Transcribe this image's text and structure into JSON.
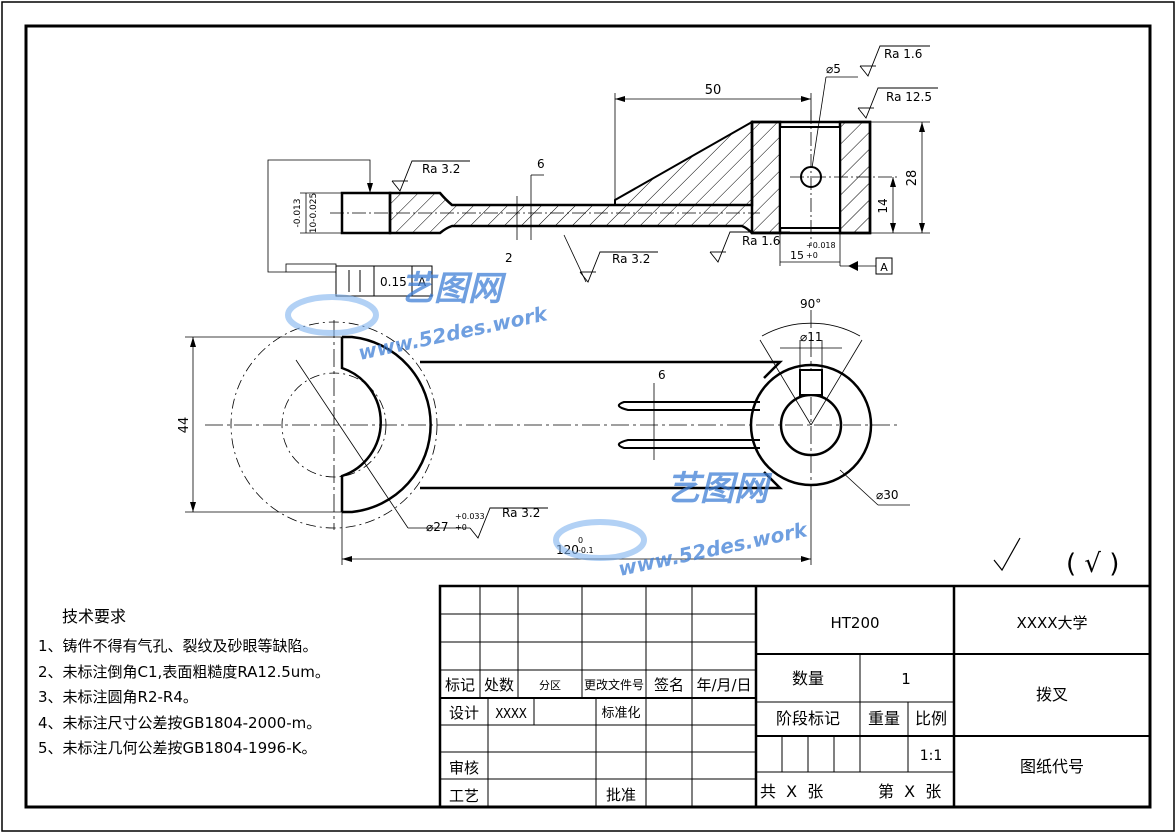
{
  "drawing": {
    "dimensions": {
      "d50": "50",
      "d6_top": "6",
      "d28": "28",
      "d14": "14",
      "tol_top_upper": "-0.013",
      "tol_top_lower": "10-0.025",
      "d15": "15",
      "d15_tol_upper": "+0.018",
      "d15_tol_lower": "+0",
      "d2": "2",
      "d44": "44",
      "d6_bottom": "6",
      "d90": "90°",
      "d11": "⌀11",
      "d30": "⌀30",
      "d27": "⌀27",
      "d27_tol_upper": "+0.033",
      "d27_tol_lower": "+0",
      "d120": "120",
      "d120_tol_upper": "0",
      "d120_tol_lower": "-0.1",
      "d5": "⌀5"
    },
    "roughness": {
      "ra16_top": "Ra 1.6",
      "ra125": "Ra 12.5",
      "ra32_left": "Ra 3.2",
      "ra16_mid": "Ra 1.6",
      "ra32_mid": "Ra 3.2",
      "ra32_bottom": "Ra 3.2"
    },
    "tolerance_frame": {
      "value": "0.15",
      "datum": "A"
    },
    "datum_label": "A",
    "general_roughness": "( √ )"
  },
  "watermark": {
    "brand": "艺图网",
    "url": "www.52des.work"
  },
  "tech_requirements": {
    "title": "技术要求",
    "items": [
      "1、铸件不得有气孔、裂纹及砂眼等缺陷。",
      "2、未标注倒角C1,表面粗糙度RA12.5um。",
      "3、未标注圆角R2-R4。",
      "4、未标注尺寸公差按GB1804-2000-m。",
      "5、未标注几何公差按GB1804-1996-K。"
    ]
  },
  "title_block": {
    "h_mark": "标记",
    "h_count": "处数",
    "h_zone": "分区",
    "h_doc": "更改文件号",
    "h_sign": "签名",
    "h_date": "年/月/日",
    "design": "设计",
    "designer": "XXXX",
    "standard": "标准化",
    "review": "审核",
    "process": "工艺",
    "approve": "批准",
    "material": "HT200",
    "school": "XXXX大学",
    "qty_label": "数量",
    "qty_value": "1",
    "part_name": "拨叉",
    "stage": "阶段标记",
    "weight": "重量",
    "ratio": "比例",
    "scale": "1:1",
    "drawing_code": "图纸代号",
    "sheets": "共  X  张",
    "sheet_no": "第  X  张"
  }
}
